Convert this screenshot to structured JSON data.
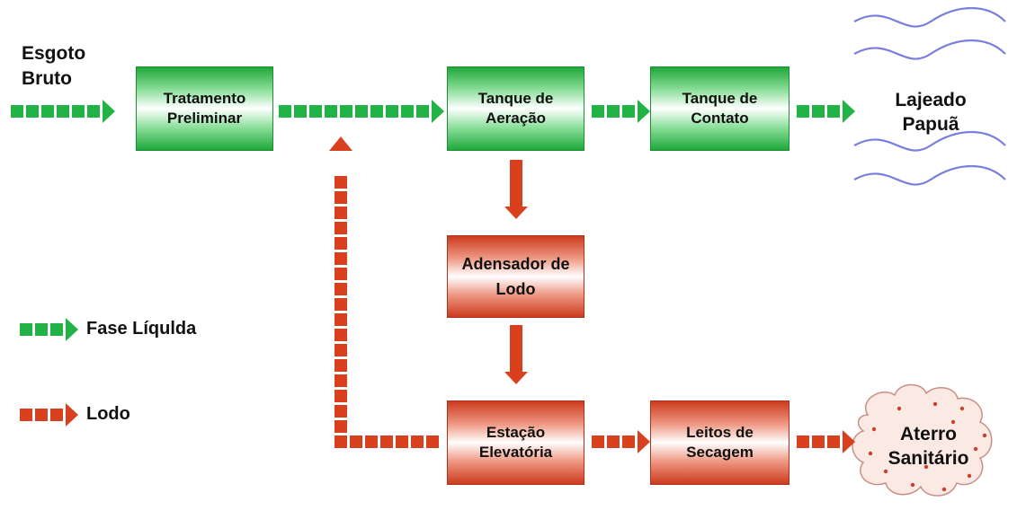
{
  "inflow": {
    "label": "Esgoto\nBruto"
  },
  "nodes": {
    "tratamento": {
      "label": "Tratamento\nPreliminar"
    },
    "aeracao": {
      "label": "Tanque de\nAeração"
    },
    "contato": {
      "label": "Tanque de\nContato"
    },
    "adensador": {
      "label": "Adensador de\nLodo"
    },
    "elevatoria": {
      "label": "Estação\nElevatória"
    },
    "leitos": {
      "label": "Leitos de\nSecagem"
    }
  },
  "outlets": {
    "river": {
      "label": "Lajeado\nPapuã"
    },
    "landfill": {
      "label": "Aterro\nSanitário"
    }
  },
  "legend": {
    "liquid": {
      "label": "Fase Líqulda"
    },
    "sludge": {
      "label": "Lodo"
    }
  },
  "colors": {
    "liquid": "#22b347",
    "sludge": "#d9411e",
    "river_wave": "#7b7fdc",
    "landfill_dots": "#c9412a"
  }
}
